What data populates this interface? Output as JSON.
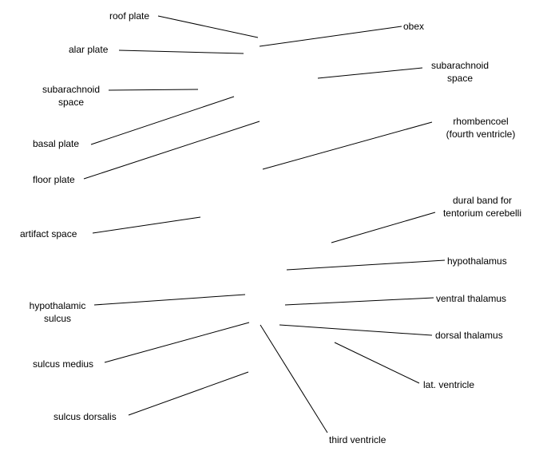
{
  "labels": {
    "roof_plate": "roof plate",
    "alar_plate": "alar plate",
    "subarachnoid_left_1": "subarachnoid",
    "subarachnoid_left_2": "space",
    "basal_plate": "basal plate",
    "floor_plate": "floor plate",
    "artifact_space": "artifact space",
    "hypothalamic_sulcus_1": "hypothalamic",
    "hypothalamic_sulcus_2": "sulcus",
    "sulcus_medius": "sulcus medius",
    "sulcus_dorsalis": "sulcus dorsalis",
    "third_ventricle": "third ventricle",
    "obex": "obex",
    "subarachnoid_right_1": "subarachnoid",
    "subarachnoid_right_2": "space",
    "rhombencoel_1": "rhombencoel",
    "rhombencoel_2": "(fourth ventricle)",
    "dural_band_1": "dural band for",
    "dural_band_2": "tentorium cerebelli",
    "hypothalamus": "hypothalamus",
    "ventral_thalamus": "ventral thalamus",
    "dorsal_thalamus": "dorsal thalamus",
    "lat_ventricle": "lat. ventricle"
  },
  "colors": {
    "text": "#000000",
    "lines": "#000000",
    "background": "#ffffff"
  }
}
